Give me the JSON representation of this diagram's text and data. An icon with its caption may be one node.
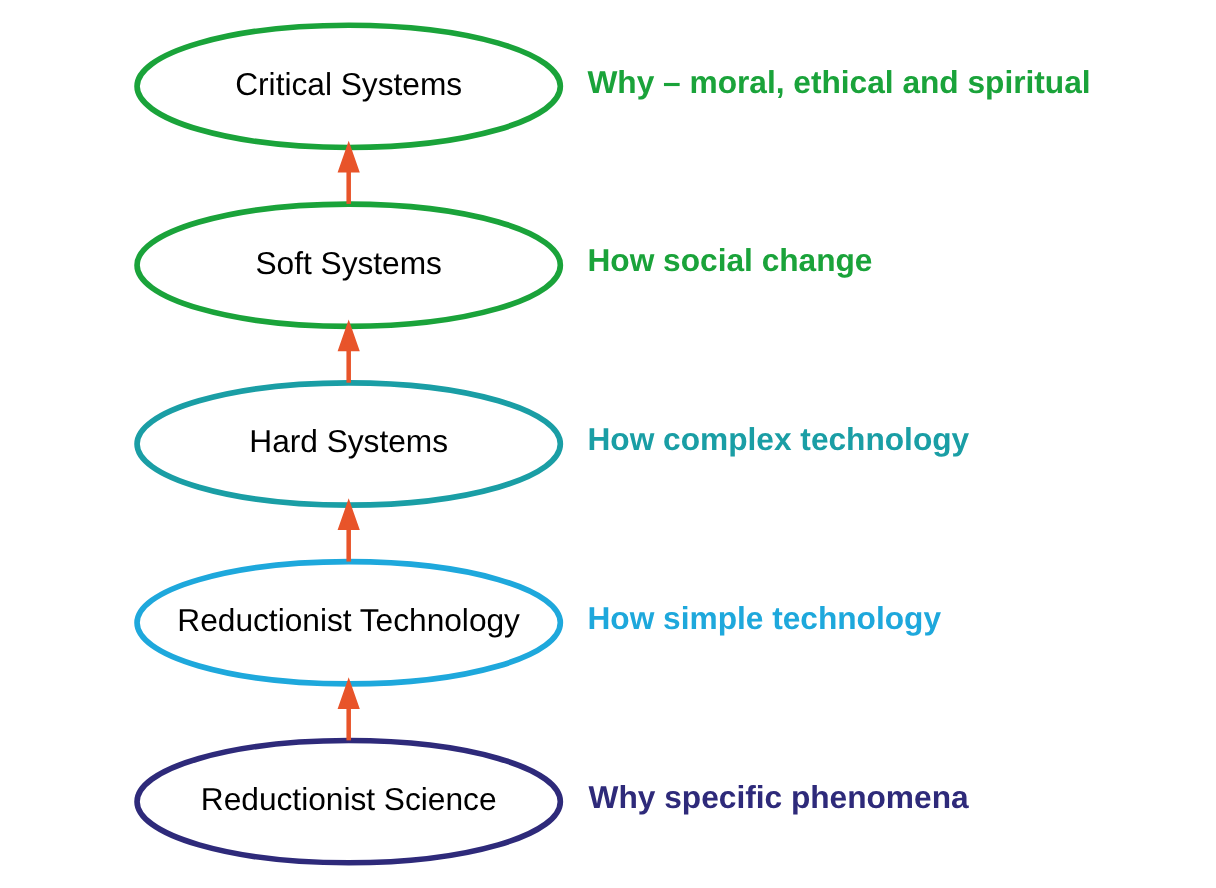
{
  "diagram": {
    "nodes": [
      {
        "text": [
          "Critical Systems"
        ],
        "beside": [
          "Why – moral, ethical and spiritual"
        ]
      },
      {
        "text": [
          "Soft Systems"
        ],
        "beside": [
          "How social change"
        ]
      },
      {
        "text": [
          "Hard Systems"
        ],
        "beside": [
          "How complex technology"
        ]
      },
      {
        "text": [
          "Reductionist Technology"
        ],
        "beside": [
          "How simple technology"
        ]
      },
      {
        "text": [
          "Reductionist Science"
        ],
        "beside": [
          "Why specific phenomena"
        ]
      }
    ],
    "edges": [
      {
        "from": 4,
        "to": 3,
        "arrow": "to"
      },
      {
        "from": 3,
        "to": 2,
        "arrow": "to"
      },
      {
        "from": 2,
        "to": 1,
        "arrow": "to"
      },
      {
        "from": 1,
        "to": 0,
        "arrow": "to"
      }
    ]
  }
}
